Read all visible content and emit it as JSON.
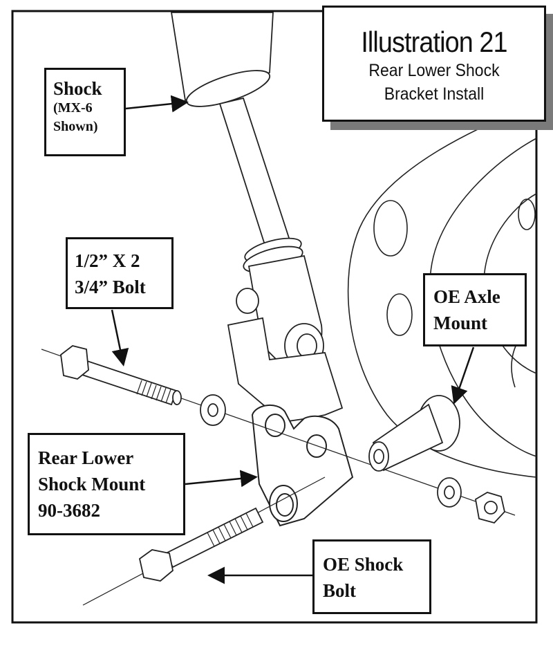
{
  "title": {
    "heading": "Illustration 21",
    "line1": "Rear Lower Shock",
    "line2": "Bracket Install"
  },
  "labels": {
    "shock": {
      "line1": "Shock",
      "line2": "(MX-6",
      "line3": "Shown)"
    },
    "bolt": {
      "line1": "1/2” X 2",
      "line2": "3/4” Bolt"
    },
    "axle_mount": {
      "line1": "OE Axle",
      "line2": "Mount"
    },
    "rear_mount": {
      "line1": "Rear Lower",
      "line2": "Shock Mount",
      "line3": "90-3682"
    },
    "shock_bolt": {
      "line1": "OE Shock",
      "line2": "Bolt"
    }
  }
}
